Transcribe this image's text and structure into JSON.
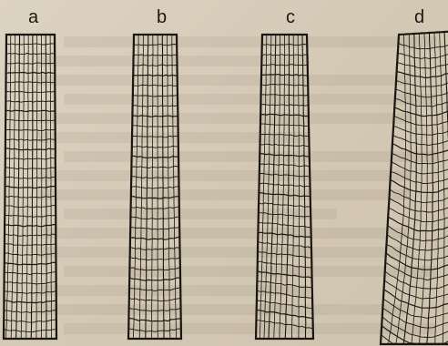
{
  "figure": {
    "colors": {
      "paper": "#d9cfbd",
      "ink": "#1a1713"
    },
    "panels": [
      {
        "id": "a",
        "label": "a"
      },
      {
        "id": "b",
        "label": "b"
      },
      {
        "id": "c",
        "label": "c"
      },
      {
        "id": "d",
        "label": "d"
      }
    ]
  }
}
